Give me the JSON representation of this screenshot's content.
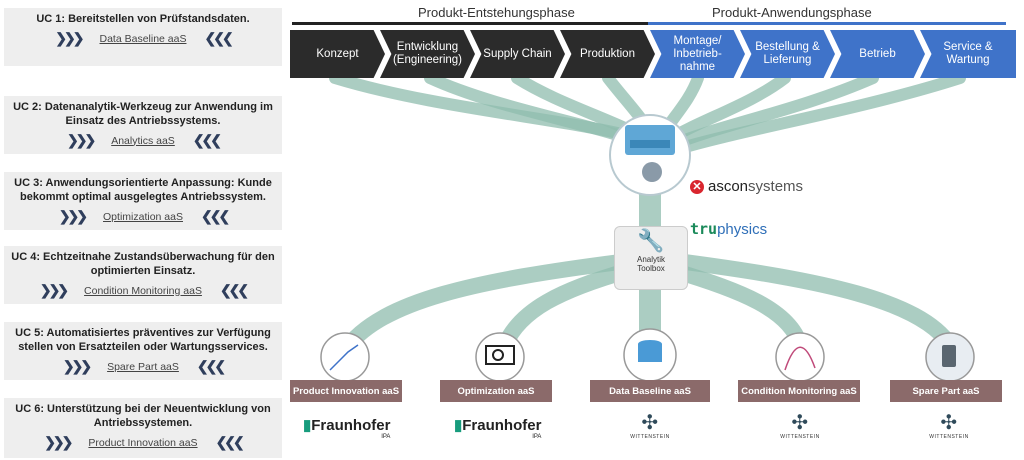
{
  "use_cases": [
    {
      "title": "UC 1: Bereitstellen von Prüfstandsdaten.",
      "link": "Data Baseline aaS"
    },
    {
      "title": "UC 2: Datenanalytik-Werkzeug zur Anwendung im Einsatz des Antriebssystems.",
      "link": "Analytics aaS"
    },
    {
      "title": "UC 3: Anwendungsorientierte Anpassung: Kunde bekommt optimal ausgelegtes Antriebssystem.",
      "link": "Optimization aaS"
    },
    {
      "title": "UC 4: Echtzeitnahe Zustandsüberwachung für den optimierten Einsatz.",
      "link": "Condition Monitoring aaS"
    },
    {
      "title": "UC 5: Automatisiertes präventives zur Verfügung stellen von Ersatzteilen oder Wartungsservices.",
      "link": "Spare Part aaS"
    },
    {
      "title": "UC 6: Unterstützung bei der Neuentwicklung von Antriebssystemen.",
      "link": "Product Innovation aaS"
    }
  ],
  "chevrons": "❯❯❯",
  "chevrons_left": "❮❮❮",
  "phases_header": {
    "left": "Produkt-Entstehungsphase",
    "right": "Produkt-Anwendungsphase"
  },
  "phases": [
    {
      "label": "Konzept",
      "group": "dark"
    },
    {
      "label": "Entwicklung\n(Engineering)",
      "group": "dark"
    },
    {
      "label": "Supply Chain",
      "group": "dark"
    },
    {
      "label": "Produktion",
      "group": "dark"
    },
    {
      "label": "Montage/\nInbetrieb-\nnahme",
      "group": "blue"
    },
    {
      "label": "Bestellung &\nLieferung",
      "group": "blue"
    },
    {
      "label": "Betrieb",
      "group": "blue"
    },
    {
      "label": "Service &\nWartung",
      "group": "blue"
    }
  ],
  "partners": {
    "ascon_a": "ascon",
    "ascon_b": "systems",
    "tru_a": "tru",
    "tru_b": "physics"
  },
  "hub": {
    "label1": "Analytik",
    "label2": "Toolbox"
  },
  "services": [
    {
      "label": "Product Innovation aaS",
      "logo": "Fraunhofer"
    },
    {
      "label": "Optimization aaS",
      "logo": "Fraunhofer"
    },
    {
      "label": "Data Baseline aaS",
      "logo": "WITTENSTEIN"
    },
    {
      "label": "Condition Monitoring aaS",
      "logo": "WITTENSTEIN"
    },
    {
      "label": "Spare Part aaS",
      "logo": "WITTENSTEIN"
    }
  ],
  "logo_texts": {
    "fraunhofer": "Fraunhofer",
    "ipa": "IPA",
    "wittenstein": "WITTENSTEIN"
  },
  "colors": {
    "dark": "#2b2b2b",
    "blue": "#3f73c9",
    "stream": "#6fa89a",
    "service": "#8b6a6a"
  }
}
